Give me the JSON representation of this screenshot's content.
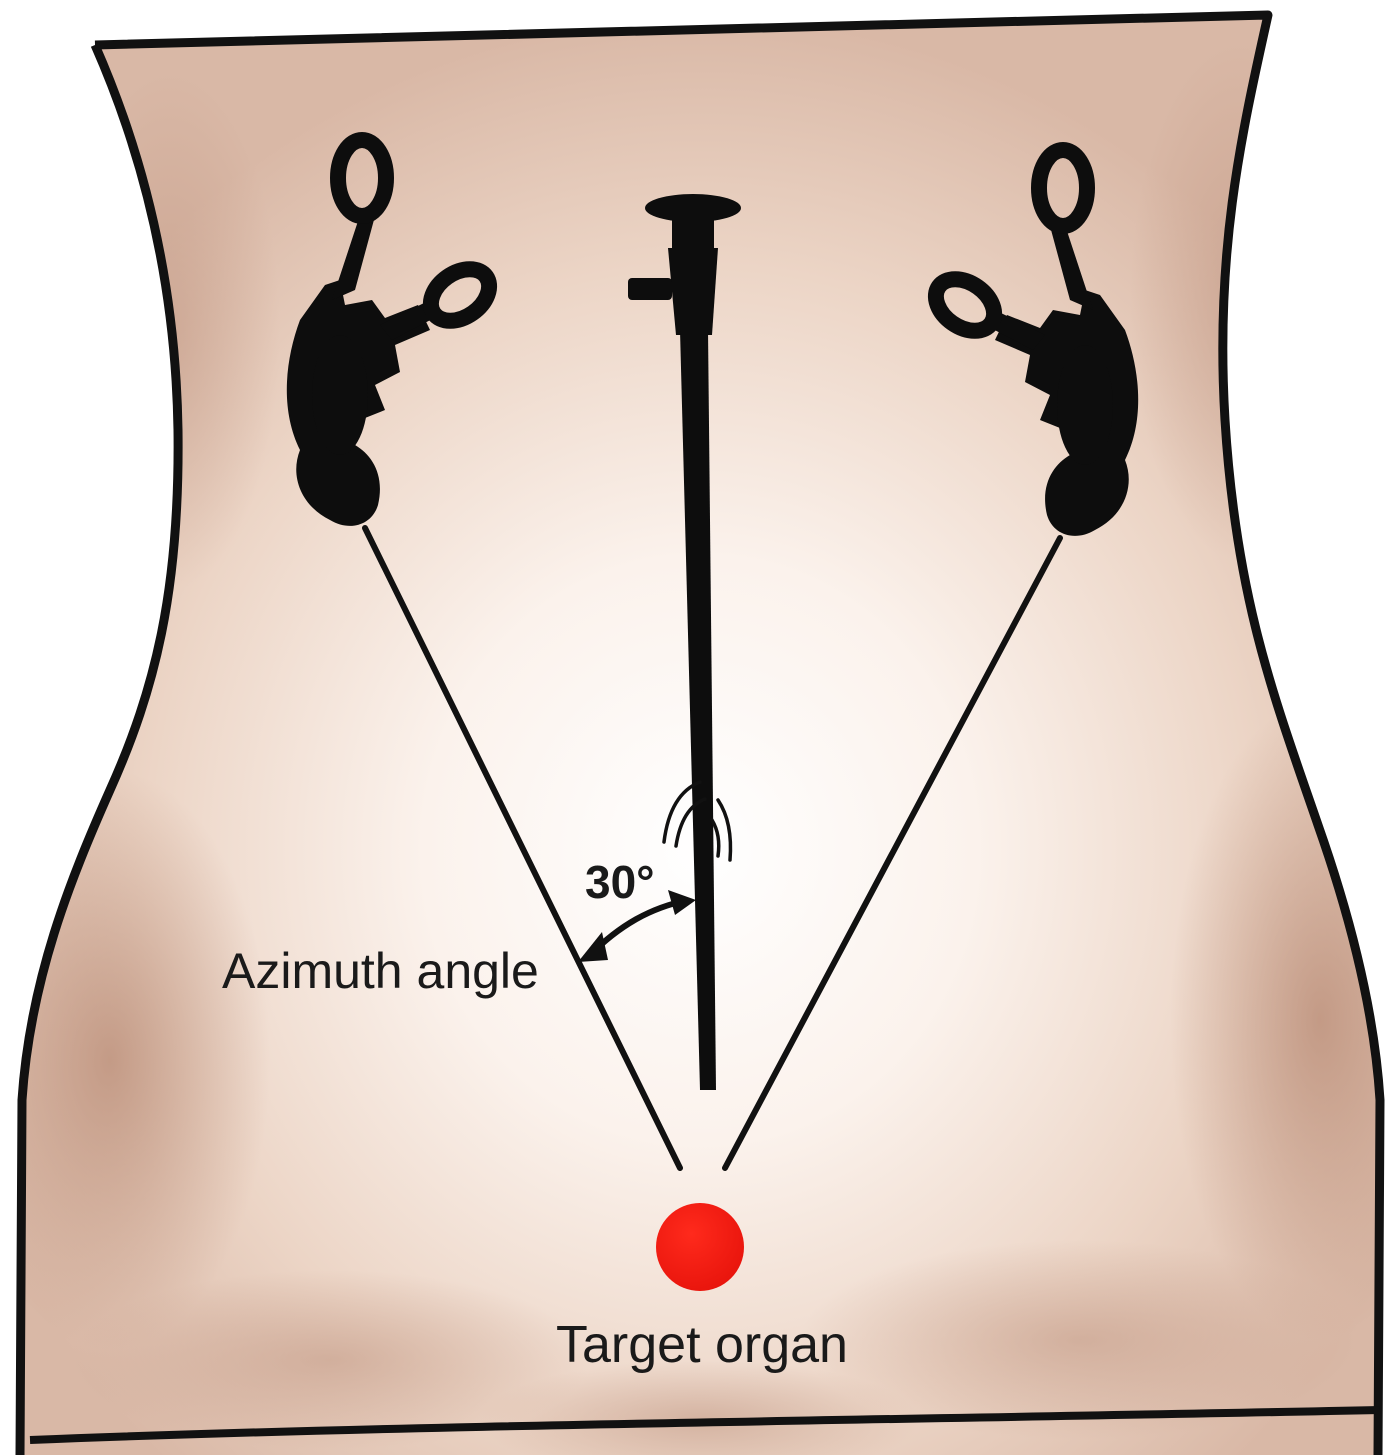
{
  "figure": {
    "labels": {
      "azimuth_angle": "Azimuth angle",
      "angle_value": "30°",
      "target": "Target organ"
    },
    "instruments": {
      "left": "grasper-forceps-left",
      "center": "laparoscope",
      "right": "grasper-forceps-right"
    },
    "colors": {
      "skin": "#ecd5c6",
      "skin_shadow": "#c79e89",
      "skin_highlight": "#ffffff",
      "outline": "#111111",
      "instrument": "#0d0d0d",
      "target": "#e8140c"
    }
  }
}
